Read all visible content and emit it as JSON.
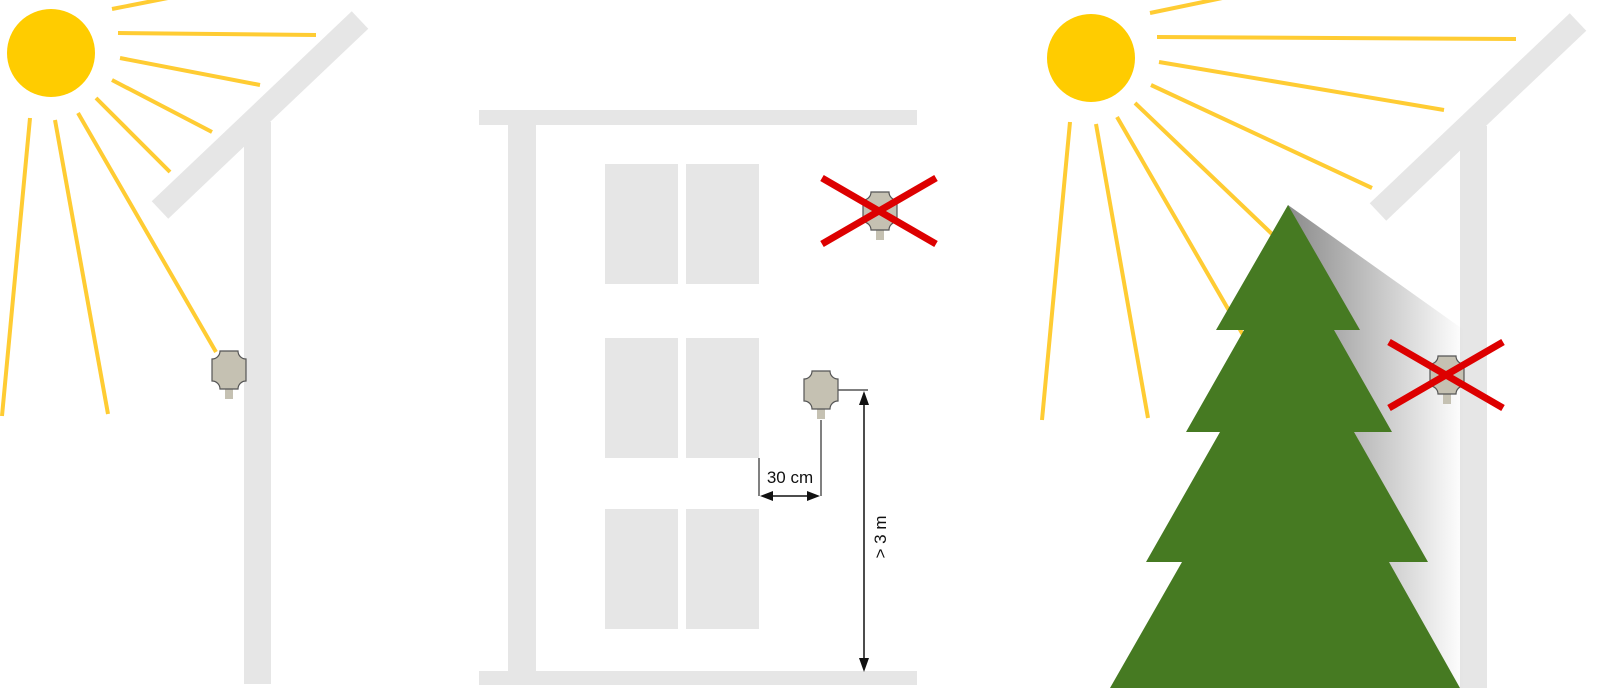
{
  "colors": {
    "background": "#ffffff",
    "structure": "#e6e6e6",
    "sun": "#ffcc00",
    "ray": "#ffcc33",
    "tree": "#467a22",
    "forbidden": "#dd0000",
    "sensor_body": "#c5c1b2",
    "sensor_outline": "#555555",
    "dimension": "#111111",
    "shadow": "#777777"
  },
  "icons": {
    "sensor": "outdoor-sensor-icon",
    "forbidden": "red-x-cross-icon",
    "sun": "sun-icon",
    "tree": "fir-tree-icon"
  },
  "panels": [
    {
      "id": "direct-sunlight",
      "sensor_allowed": false
    },
    {
      "id": "building-wall",
      "sensor_allowed_high": false,
      "sensor_allowed_mid": true
    },
    {
      "id": "tree-shadow",
      "sensor_allowed": false
    }
  ],
  "dimensions": {
    "window_distance_label": "30 cm",
    "height_label": "> 3 m"
  }
}
